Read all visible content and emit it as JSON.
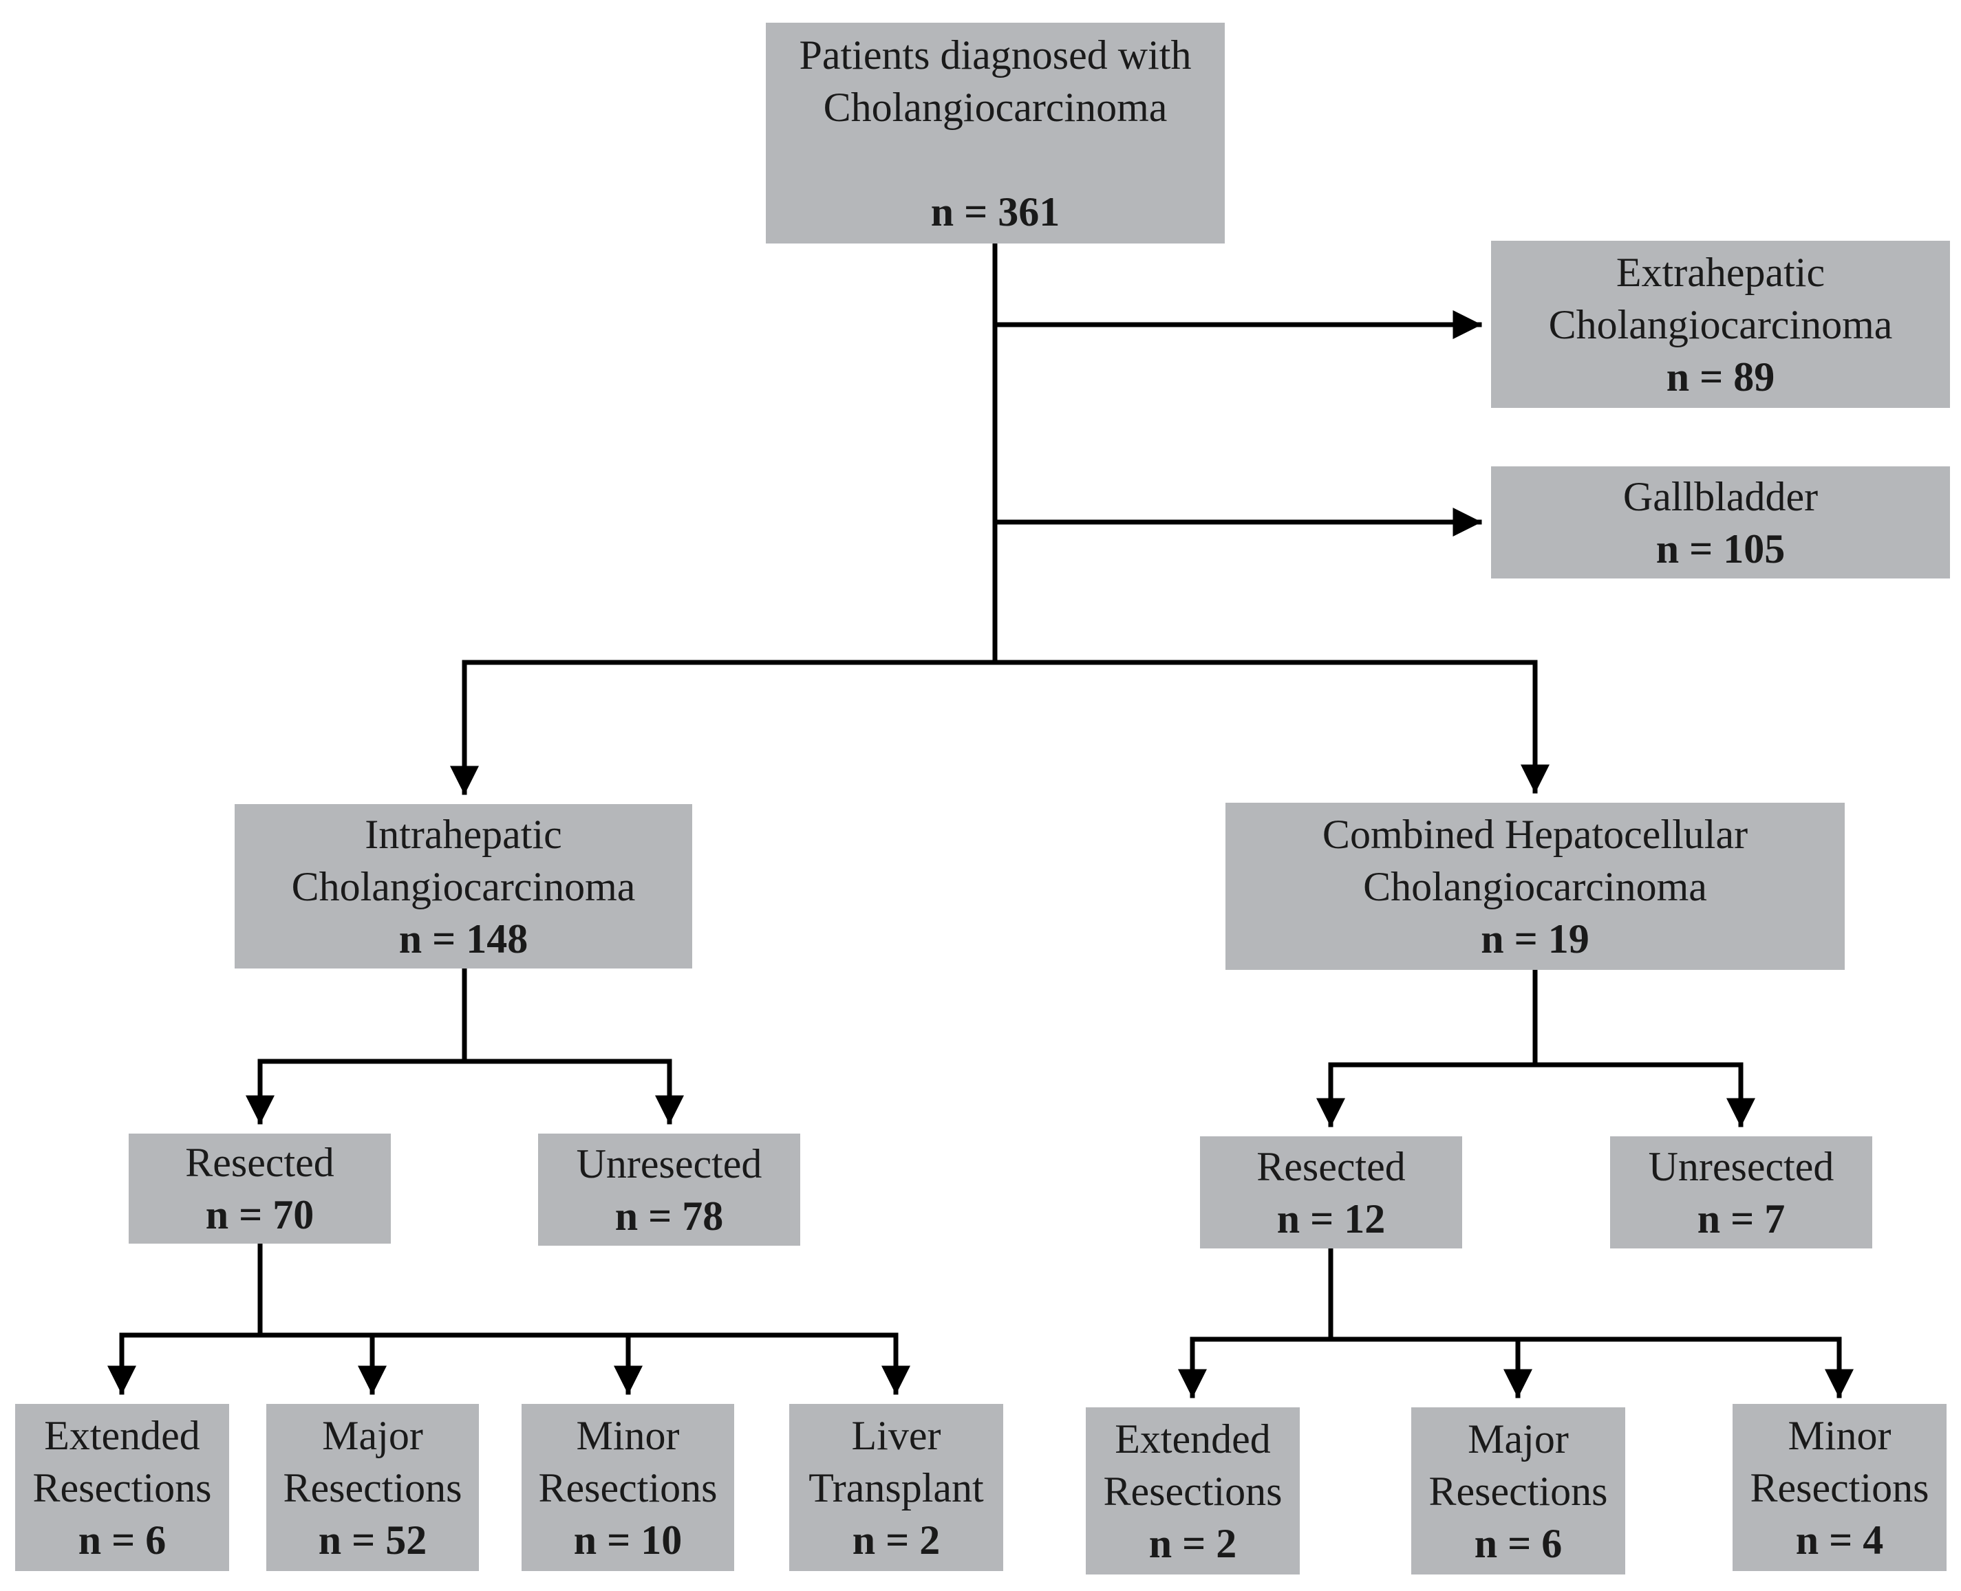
{
  "diagram": {
    "colors": {
      "box_fill": "#b5b7ba",
      "line": "#000000",
      "text": "#1a1a1a"
    },
    "nodes": {
      "root": {
        "lines": [
          "Patients diagnosed with",
          "Cholangiocarcinoma"
        ],
        "count": "n = 361"
      },
      "extrahepatic": {
        "lines": [
          "Extrahepatic",
          "Cholangiocarcinoma"
        ],
        "count": "n = 89"
      },
      "gallbladder": {
        "lines": [
          "Gallbladder"
        ],
        "count": "n = 105"
      },
      "intrahepatic": {
        "lines": [
          "Intrahepatic",
          "Cholangiocarcinoma"
        ],
        "count": "n = 148"
      },
      "combined": {
        "lines": [
          "Combined Hepatocellular",
          "Cholangiocarcinoma"
        ],
        "count": "n = 19"
      },
      "ih_resected": {
        "lines": [
          "Resected"
        ],
        "count": "n = 70"
      },
      "ih_unresected": {
        "lines": [
          "Unresected"
        ],
        "count": "n = 78"
      },
      "cb_resected": {
        "lines": [
          "Resected"
        ],
        "count": "n = 12"
      },
      "cb_unresected": {
        "lines": [
          "Unresected"
        ],
        "count": "n = 7"
      },
      "ih_extended": {
        "lines": [
          "Extended",
          "Resections"
        ],
        "count": "n = 6"
      },
      "ih_major": {
        "lines": [
          "Major",
          "Resections"
        ],
        "count": "n = 52"
      },
      "ih_minor": {
        "lines": [
          "Minor",
          "Resections"
        ],
        "count": "n = 10"
      },
      "ih_transplant": {
        "lines": [
          "Liver",
          "Transplant"
        ],
        "count": "n = 2"
      },
      "cb_extended": {
        "lines": [
          "Extended",
          "Resections"
        ],
        "count": "n = 2"
      },
      "cb_major": {
        "lines": [
          "Major",
          "Resections"
        ],
        "count": "n = 6"
      },
      "cb_minor": {
        "lines": [
          "Minor",
          "Resections"
        ],
        "count": "n = 4"
      }
    }
  }
}
